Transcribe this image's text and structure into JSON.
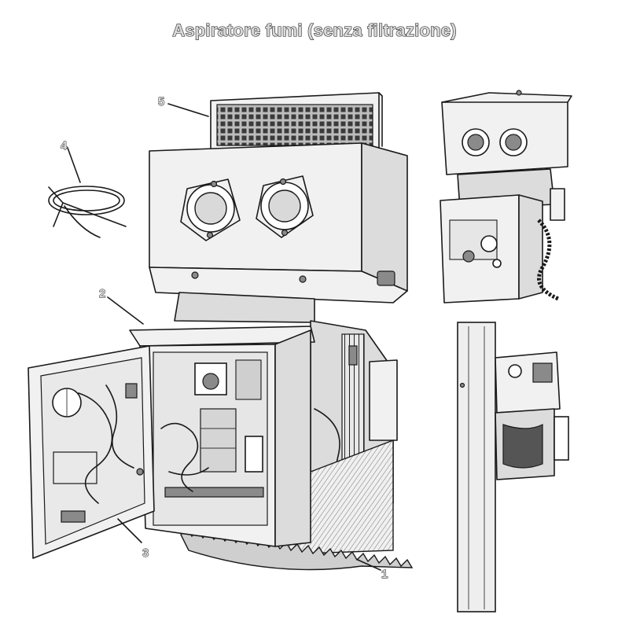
{
  "title": "Aspiratore fumi (senza filtrazione)",
  "callouts": [
    {
      "id": "1",
      "label": "1"
    },
    {
      "id": "2",
      "label": "2"
    },
    {
      "id": "3",
      "label": "3"
    },
    {
      "id": "4",
      "label": "4"
    },
    {
      "id": "5",
      "label": "5"
    }
  ]
}
